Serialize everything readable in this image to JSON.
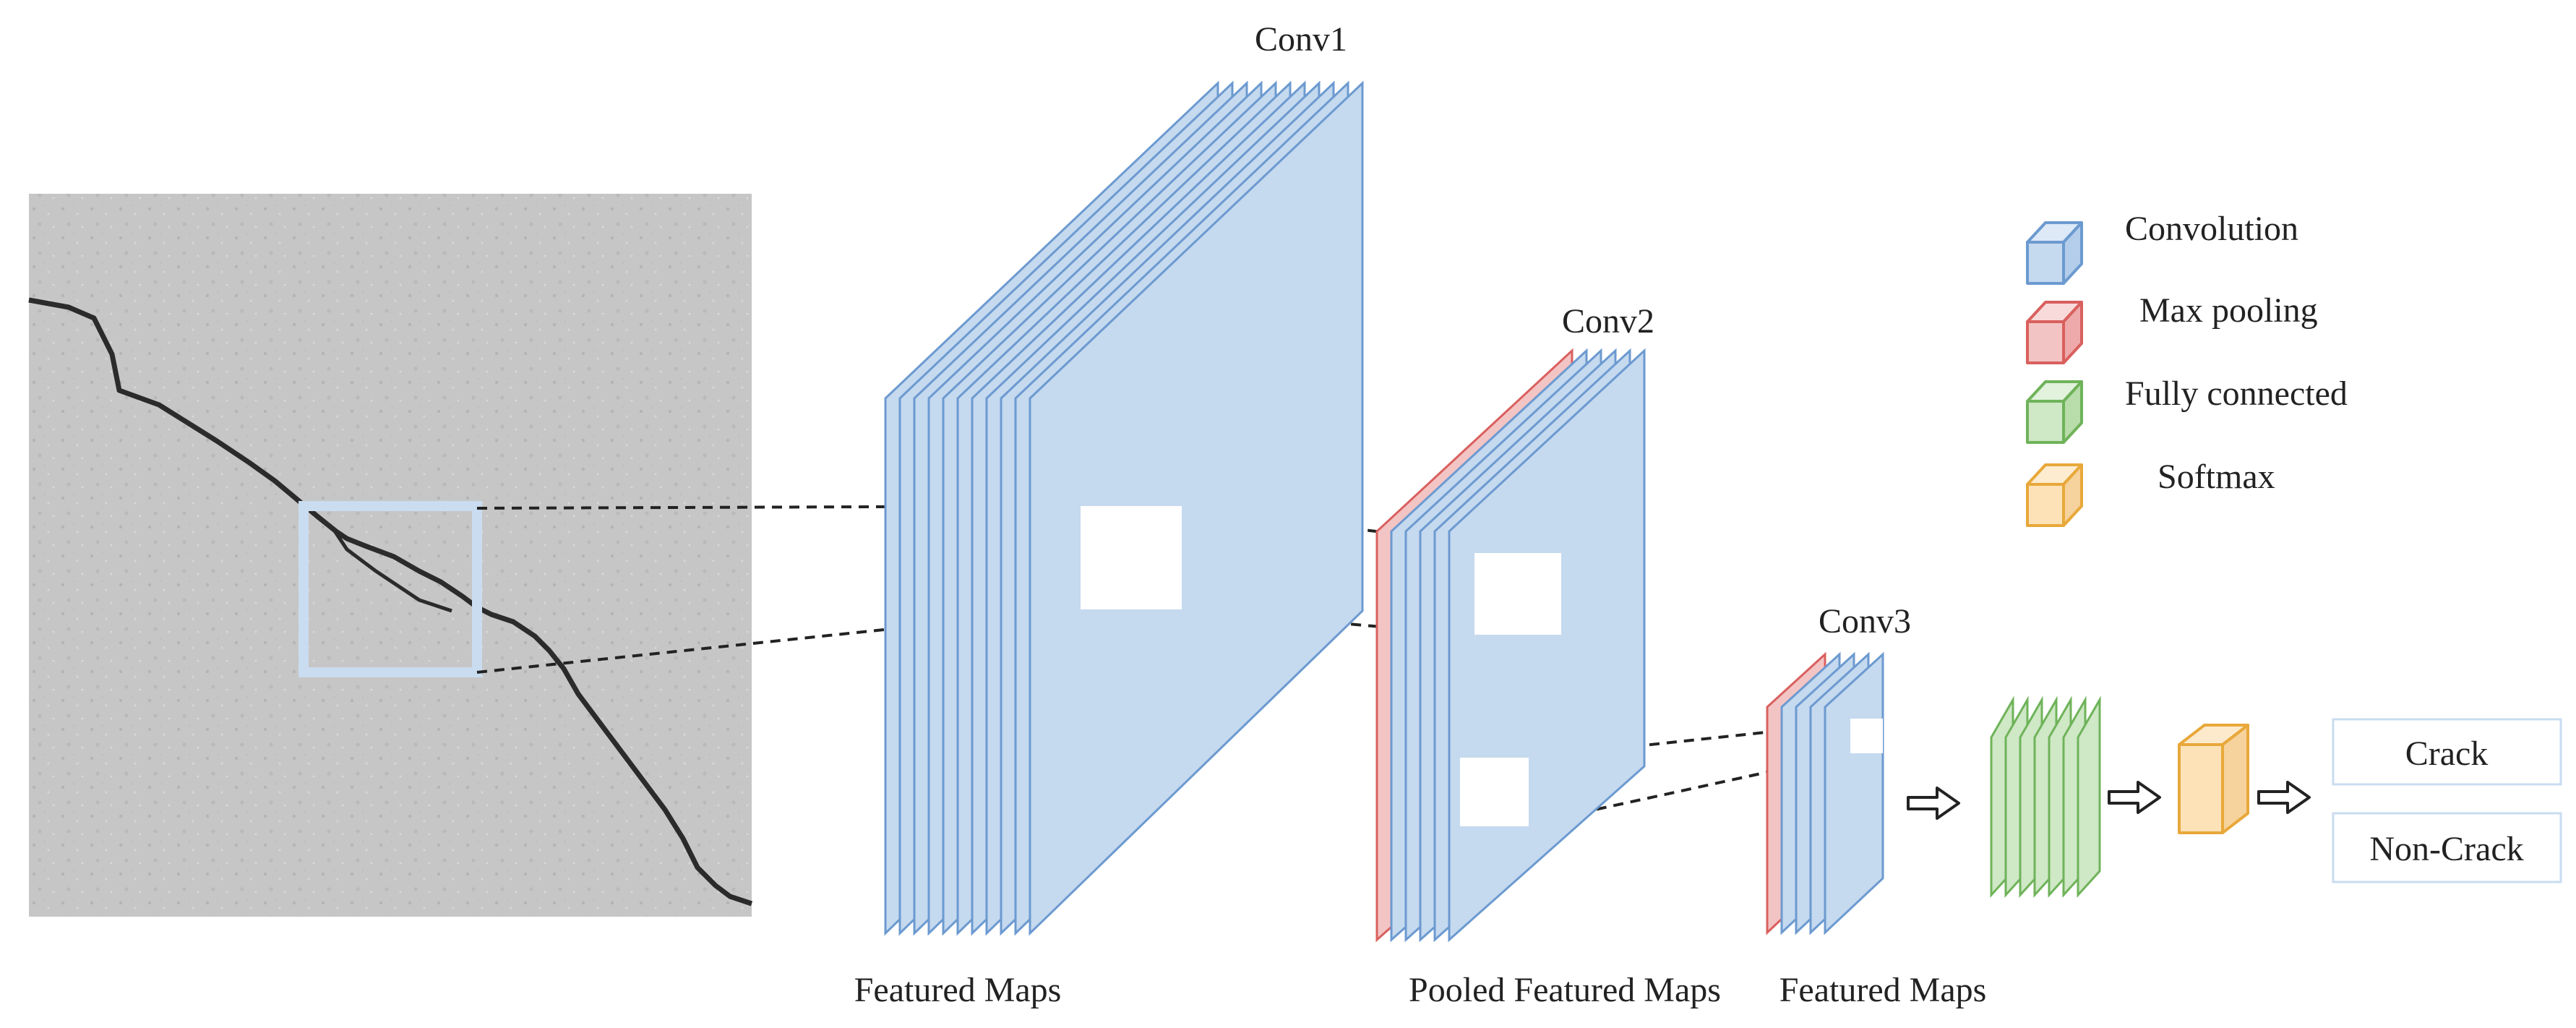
{
  "colors": {
    "convolution": "#c5d9ef",
    "convolution_edge": "#6c9ad0",
    "max_pooling": "#f3c4c4",
    "max_pooling_edge": "#d9605e",
    "fully_connected": "#cfe8c6",
    "fully_connected_edge": "#6fb35a",
    "softmax": "#fde2b8",
    "softmax_edge": "#e8a83a",
    "input_image": "#c6c6c6",
    "crack_line": "#2b2b2b",
    "window_box": "#c9dcf0"
  },
  "layers": {
    "conv1": {
      "label": "Conv1",
      "caption": "Featured Maps"
    },
    "conv2": {
      "label": "Conv2",
      "caption": "Pooled Featured Maps"
    },
    "conv3": {
      "label": "Conv3",
      "caption": "Featured Maps"
    }
  },
  "legend": [
    {
      "label": "Convolution",
      "icon": "blue-cube-icon"
    },
    {
      "label": "Max pooling",
      "icon": "red-cube-icon"
    },
    {
      "label": "Fully connected",
      "icon": "green-cube-icon"
    },
    {
      "label": "Softmax",
      "icon": "orange-cube-icon"
    }
  ],
  "outputs": [
    "Crack",
    "Non-Crack"
  ]
}
